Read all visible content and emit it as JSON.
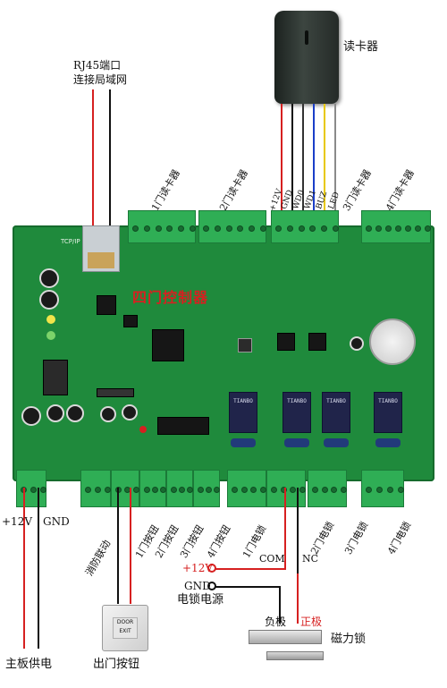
{
  "labels": {
    "card_reader": "读卡器",
    "rj45_line1": "RJ45端口",
    "rj45_line2": "连接局域网",
    "board_title": "四门控制器",
    "tcp_ip": "TCP/IP",
    "reader_ports": [
      "1门读卡器",
      "2门读卡器",
      "3门读卡器",
      "4门读卡器"
    ],
    "reader_pins": [
      "+12V",
      "GND",
      "WD0",
      "WD1",
      "BUZ",
      "LED"
    ],
    "bottom_terms": [
      "消防联动",
      "1门按钮",
      "2门按钮",
      "3门按钮",
      "4门按钮",
      "1门电锁",
      "2门电锁",
      "3门电锁",
      "4门电锁"
    ],
    "power_plus": "+12V",
    "power_gnd": "GND",
    "main_power": "主板供电",
    "exit_button": "出门按钮",
    "exit_plate_1": "DOOR",
    "exit_plate_2": "EXIT",
    "com": "COM",
    "nc": "NC",
    "lock_plus": "+12V",
    "lock_gnd": "GND",
    "lock_power": "电锁电源",
    "negative": "负极",
    "positive": "正极",
    "mag_lock": "磁力锁"
  },
  "colors": {
    "pcb": "#1f8a3c",
    "terminal": "#2fae55",
    "wire_red": "#d62020",
    "wire_black": "#111111",
    "wire_blue": "#1a3ec8",
    "wire_yellow": "#e8c800",
    "positive_text": "#d62020"
  }
}
